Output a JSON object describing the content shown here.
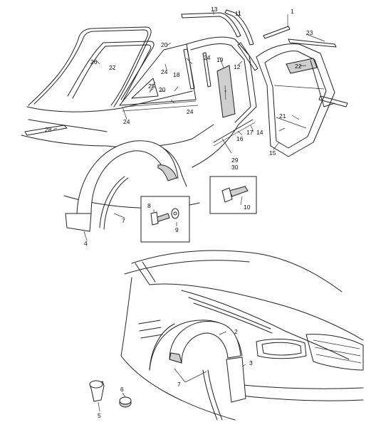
{
  "callouts": [
    {
      "id": "c1",
      "text": "1"
    },
    {
      "id": "c2",
      "text": "2"
    },
    {
      "id": "c3",
      "text": "3"
    },
    {
      "id": "c4",
      "text": "4"
    },
    {
      "id": "c5",
      "text": "5"
    },
    {
      "id": "c6",
      "text": "6"
    },
    {
      "id": "c7a",
      "text": "7"
    },
    {
      "id": "c7b",
      "text": "7"
    },
    {
      "id": "c8",
      "text": "8"
    },
    {
      "id": "c9",
      "text": "9"
    },
    {
      "id": "c10",
      "text": "10"
    },
    {
      "id": "c11",
      "text": "11"
    },
    {
      "id": "c12",
      "text": "12"
    },
    {
      "id": "c13",
      "text": "13"
    },
    {
      "id": "c14",
      "text": "14"
    },
    {
      "id": "c15",
      "text": "15"
    },
    {
      "id": "c16",
      "text": "16"
    },
    {
      "id": "c17",
      "text": "17"
    },
    {
      "id": "c18",
      "text": "18"
    },
    {
      "id": "c19",
      "text": "19"
    },
    {
      "id": "c20a",
      "text": "20"
    },
    {
      "id": "c20b",
      "text": "20"
    },
    {
      "id": "c21",
      "text": "21"
    },
    {
      "id": "c22",
      "text": "22"
    },
    {
      "id": "c23",
      "text": "23"
    },
    {
      "id": "c24a",
      "text": "24"
    },
    {
      "id": "c24b",
      "text": "24"
    },
    {
      "id": "c24c",
      "text": "24"
    },
    {
      "id": "c24d",
      "text": "24"
    },
    {
      "id": "c25",
      "text": "25"
    },
    {
      "id": "c26",
      "text": "26"
    },
    {
      "id": "c27",
      "text": "27"
    },
    {
      "id": "c28",
      "text": "28"
    },
    {
      "id": "c29",
      "text": "29"
    },
    {
      "id": "c30",
      "text": "30"
    }
  ]
}
